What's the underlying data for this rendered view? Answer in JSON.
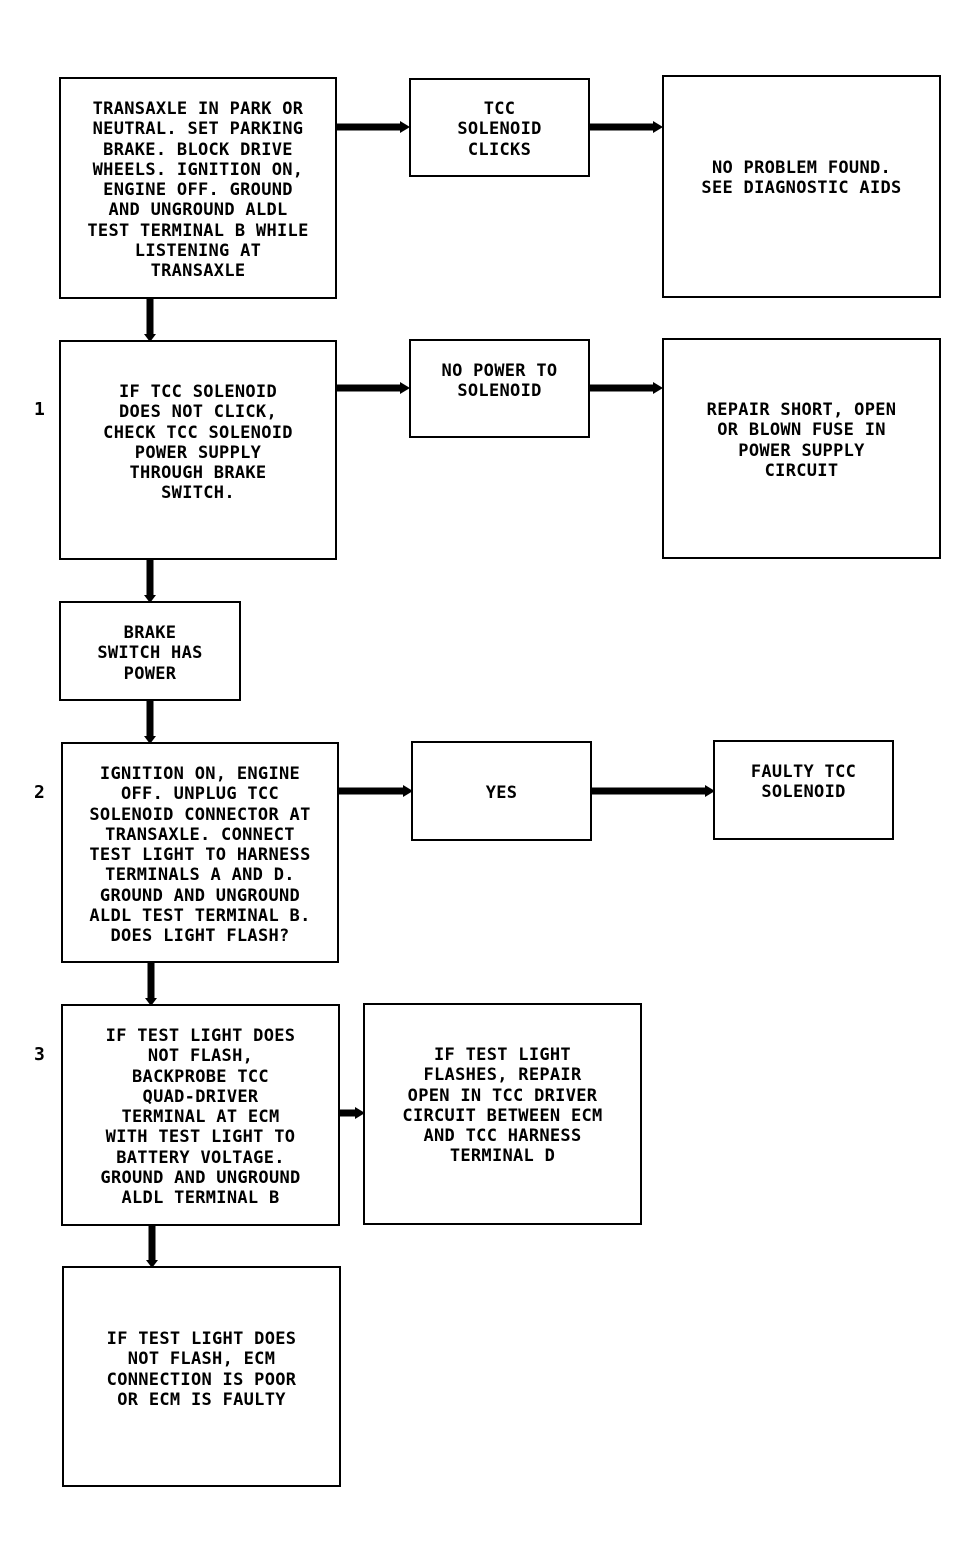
{
  "diagram": {
    "step_numbers": {
      "step1": "1",
      "step2": "2",
      "step3": "3"
    },
    "boxes": {
      "start": "TRANSAXLE IN PARK OR\nNEUTRAL. SET PARKING\nBRAKE. BLOCK DRIVE\nWHEELS. IGNITION ON,\nENGINE OFF. GROUND\nAND UNGROUND ALDL\nTEST TERMINAL B WHILE\nLISTENING AT\nTRANSAXLE",
      "solenoid_clicks": "TCC\nSOLENOID\nCLICKS",
      "no_problem": "NO PROBLEM FOUND.\nSEE DIAGNOSTIC AIDS",
      "check_power": "IF TCC SOLENOID\nDOES NOT CLICK,\nCHECK TCC SOLENOID\nPOWER SUPPLY\nTHROUGH BRAKE\nSWITCH.",
      "no_power": "NO POWER TO\nSOLENOID",
      "repair_short": "REPAIR SHORT, OPEN\nOR BLOWN FUSE IN\nPOWER SUPPLY\nCIRCUIT",
      "brake_switch": "BRAKE\nSWITCH HAS\nPOWER",
      "ignition_test": "IGNITION ON, ENGINE\nOFF. UNPLUG TCC\nSOLENOID CONNECTOR AT\nTRANSAXLE. CONNECT\nTEST LIGHT TO HARNESS\nTERMINALS A AND D.\nGROUND AND UNGROUND\nALDL TEST TERMINAL B.\nDOES LIGHT FLASH?",
      "yes": "YES",
      "faulty_solenoid": "FAULTY TCC\nSOLENOID",
      "backprobe": "IF TEST LIGHT DOES\nNOT FLASH,\nBACKPROBE TCC\nQUAD-DRIVER\nTERMINAL AT ECM\nWITH TEST LIGHT TO\nBATTERY VOLTAGE.\nGROUND AND UNGROUND\nALDL TERMINAL B",
      "repair_open": "IF TEST LIGHT\nFLASHES, REPAIR\nOPEN IN TCC DRIVER\nCIRCUIT BETWEEN ECM\nAND TCC HARNESS\nTERMINAL D",
      "ecm_faulty": "IF TEST LIGHT DOES\nNOT FLASH, ECM\nCONNECTION IS POOR\nOR ECM IS FAULTY"
    }
  }
}
